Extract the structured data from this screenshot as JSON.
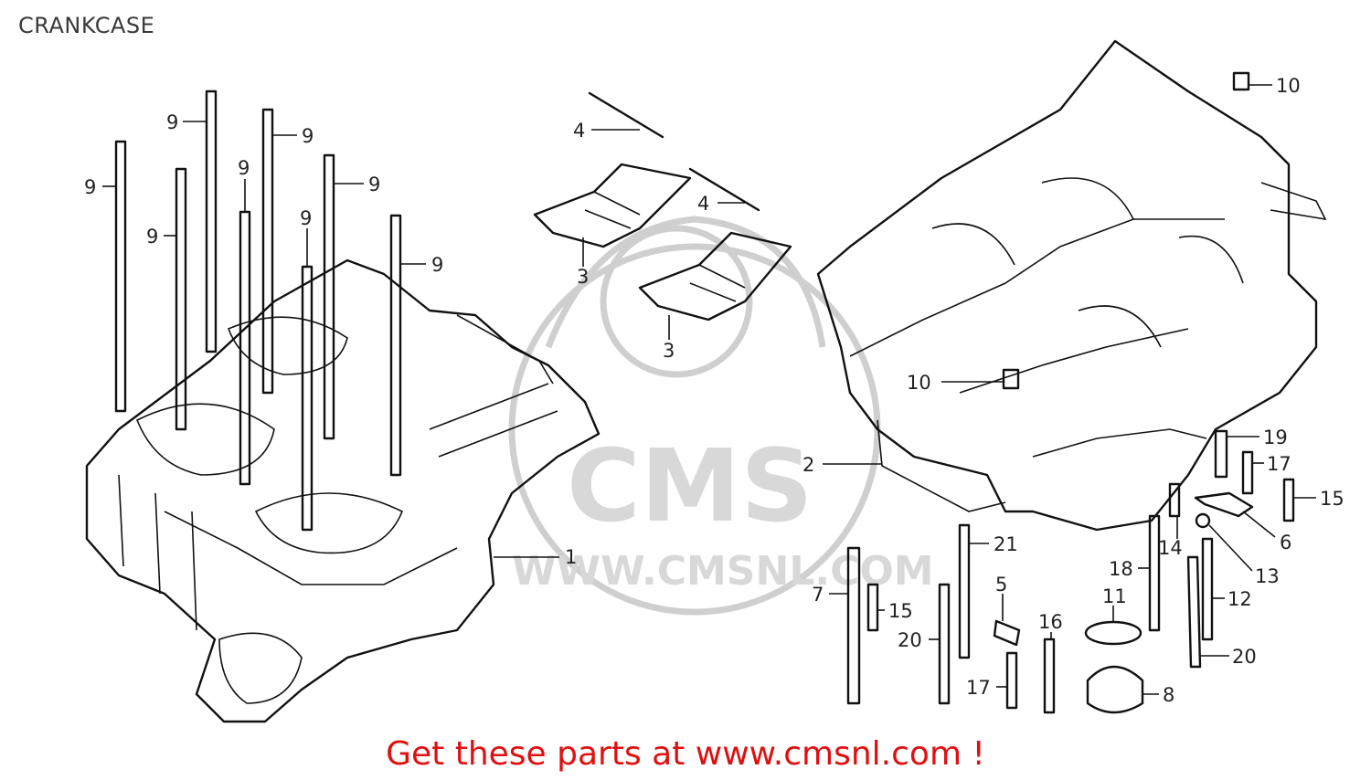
{
  "title": "CRANKCASE",
  "watermark": {
    "logo_text": "CMS",
    "url_text": "WWW.CMSNL.COM"
  },
  "cta": "Get these parts at www.cmsnl.com !",
  "callouts": {
    "c1": "1",
    "c2": "2",
    "c3a": "3",
    "c3b": "3",
    "c4a": "4",
    "c4b": "4",
    "c5": "5",
    "c6": "6",
    "c7": "7",
    "c8": "8",
    "c9a": "9",
    "c9b": "9",
    "c9c": "9",
    "c9d": "9",
    "c9e": "9",
    "c9f": "9",
    "c9g": "9",
    "c9h": "9",
    "c10a": "10",
    "c10b": "10",
    "c11": "11",
    "c12": "12",
    "c13": "13",
    "c14": "14",
    "c15a": "15",
    "c15b": "15",
    "c16": "16",
    "c17a": "17",
    "c17b": "17",
    "c18": "18",
    "c19": "19",
    "c20a": "20",
    "c20b": "20",
    "c21": "21"
  }
}
